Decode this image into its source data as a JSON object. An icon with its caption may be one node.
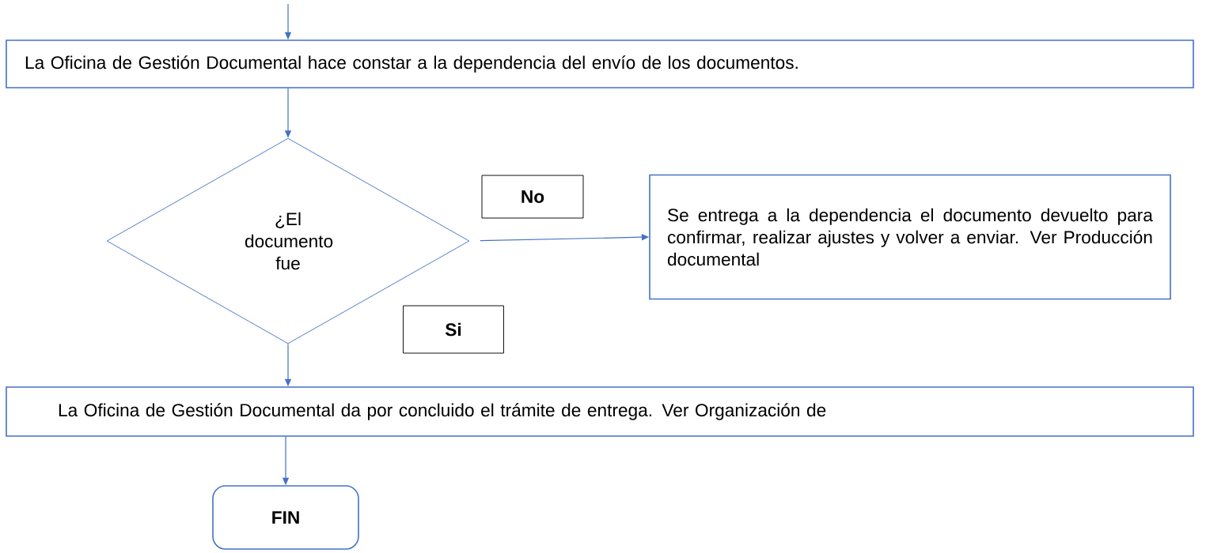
{
  "diagram": {
    "nodes": [
      {
        "text": [
          "La Oficina de Gestión Documental hace constar a la dependencia del envío de los documentos."
        ]
      },
      {
        "text": [
          "¿El documento fue"
        ]
      },
      {
        "text": [
          "No"
        ]
      },
      {
        "text": [
          "Se entrega a la dependencia el documento devuelto para confirmar, realizar ajustes y volver a enviar. Ver Producción documental"
        ]
      },
      {
        "text": [
          "Si"
        ]
      },
      {
        "text": [
          "La Oficina de Gestión Documental da por concluido el trámite de entrega.  Ver Organización de"
        ]
      },
      {
        "text": [
          "FIN"
        ]
      }
    ],
    "edges": [
      {
        "from": null,
        "to": 0,
        "arrow": "to"
      },
      {
        "from": 0,
        "to": 1,
        "arrow": "to"
      },
      {
        "from": 1,
        "to": 3,
        "arrow": "to"
      },
      {
        "from": 1,
        "to": 5,
        "arrow": "to"
      },
      {
        "from": 5,
        "to": 6,
        "arrow": "to"
      }
    ]
  }
}
